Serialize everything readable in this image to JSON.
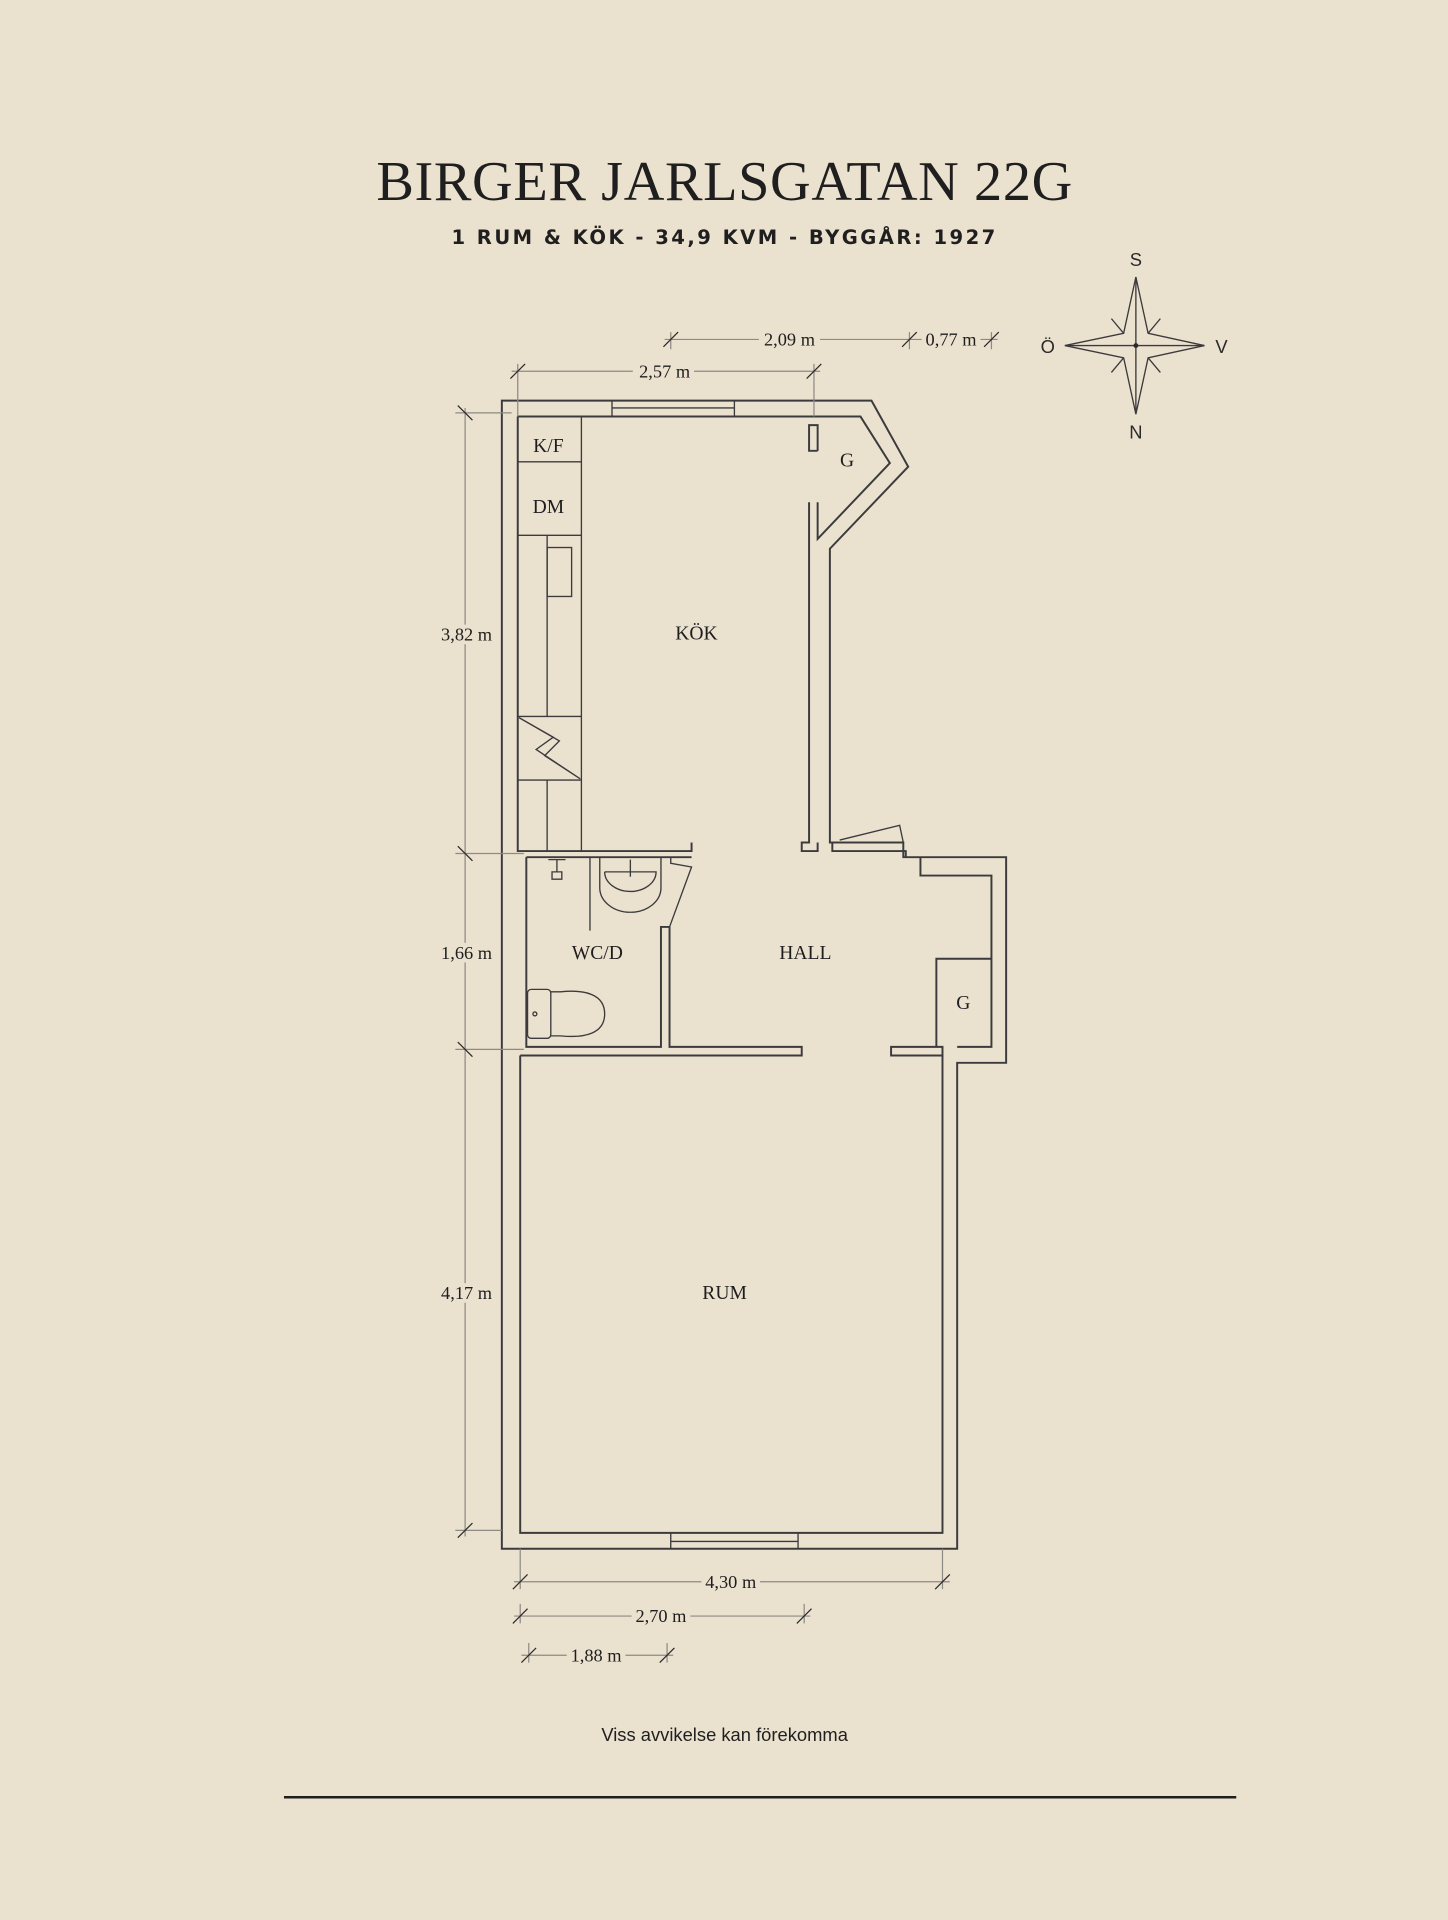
{
  "header": {
    "title": "BIRGER JARLSGATAN 22G",
    "subtitle": "1 RUM & KÖK  -  34,9 KVM  -  BYGGÅR: 1927"
  },
  "compass": {
    "north": "N",
    "south": "S",
    "east": "Ö",
    "west": "V"
  },
  "rooms": {
    "kf": "K/F",
    "dm": "DM",
    "closet_kitchen": "G",
    "kitchen": "KÖK",
    "bathroom": "WC/D",
    "hall": "HALL",
    "closet_hall": "G",
    "living": "RUM"
  },
  "dimensions": {
    "top_kitchen": "2,57 m",
    "top_mid": "2,09 m",
    "top_right": "0,77 m",
    "left_kitchen": "3,82 m",
    "left_bath": "1,66 m",
    "left_room": "4,17 m",
    "bottom_total": "4,30 m",
    "bottom_mid": "2,70 m",
    "bottom_small": "1,88 m"
  },
  "footer": {
    "disclaimer": "Viss avvikelse kan förekomma"
  },
  "colors": {
    "background": "#ebe1cf",
    "ink": "#3b3b3d"
  }
}
